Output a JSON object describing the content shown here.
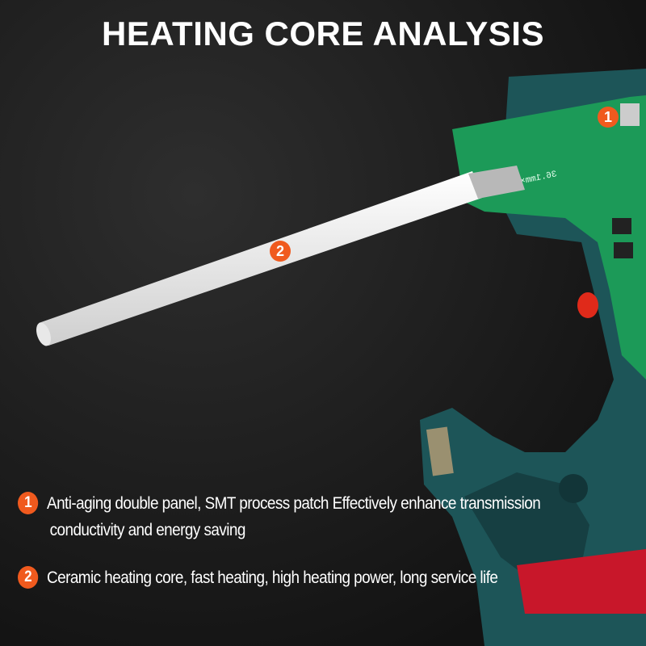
{
  "title": "HEATING CORE ANALYSIS",
  "markers": [
    {
      "number": "1"
    },
    {
      "number": "2"
    }
  ],
  "pcb_label": "36.1mm×30.5mm×1.2mm",
  "features": [
    {
      "number": "1",
      "line1": "Anti-aging double panel, SMT process patch Effectively enhance transmission",
      "line2": "conductivity and energy saving"
    },
    {
      "number": "2",
      "line1": "Ceramic heating core, fast heating, high heating power, long service life"
    }
  ],
  "colors": {
    "accent": "#f05a1e",
    "housing": "#1d5558",
    "pcb": "#1c9a58",
    "background": "#1b1b1b"
  }
}
